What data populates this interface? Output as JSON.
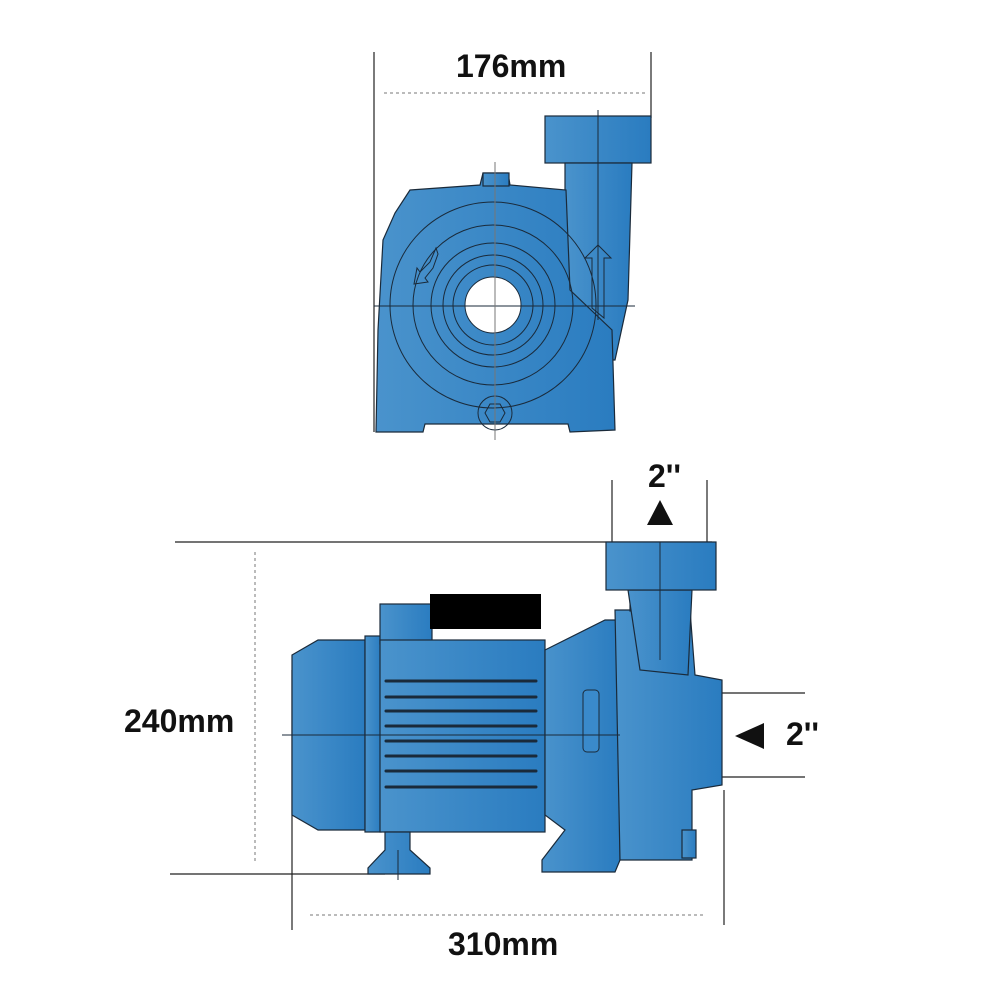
{
  "dimensions": {
    "front_width": "176mm",
    "outlet_size": "2''",
    "inlet_size": "2''",
    "height": "240mm",
    "length": "310mm"
  },
  "colors": {
    "pump_body": "#2f82c4",
    "pump_body_light": "#4a93cc",
    "terminal_box": "#000000",
    "line": "#1a2a3a"
  }
}
